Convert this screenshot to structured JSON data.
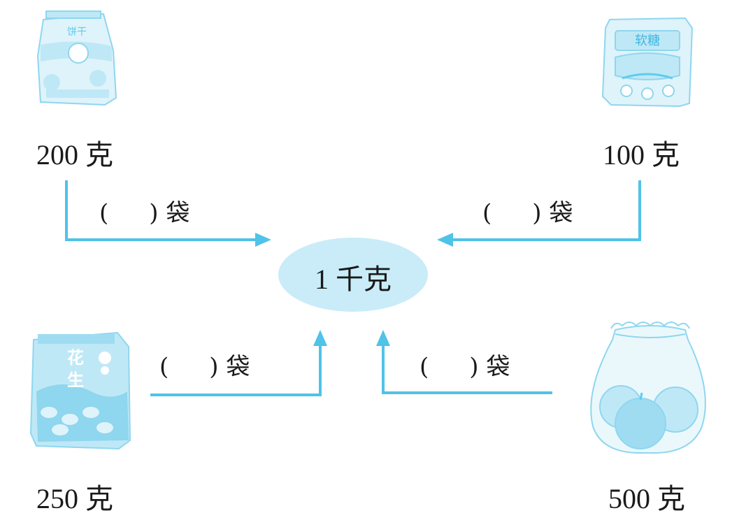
{
  "center": {
    "label": "1 千克"
  },
  "items": [
    {
      "id": "biscuit",
      "package_text": "饼干",
      "weight": "200 克",
      "blank_open": "(",
      "blank_close": ")",
      "unit": "袋"
    },
    {
      "id": "candy",
      "package_text": "软糖",
      "weight": "100 克",
      "blank_open": "(",
      "blank_close": ")",
      "unit": "袋"
    },
    {
      "id": "peanut",
      "package_text": "花生",
      "weight": "250 克",
      "blank_open": "(",
      "blank_close": ")",
      "unit": "袋"
    },
    {
      "id": "apple",
      "package_text": "",
      "weight": "500 克",
      "blank_open": "(",
      "blank_close": ")",
      "unit": "袋"
    }
  ],
  "colors": {
    "accent": "#4fc3e8",
    "ellipse": "#c9ecf8",
    "package": "#bfe8f6",
    "package_dark": "#5fcbed"
  },
  "icons": [
    "biscuit-bag-icon",
    "candy-bag-icon",
    "peanut-bag-icon",
    "apple-bag-icon"
  ]
}
